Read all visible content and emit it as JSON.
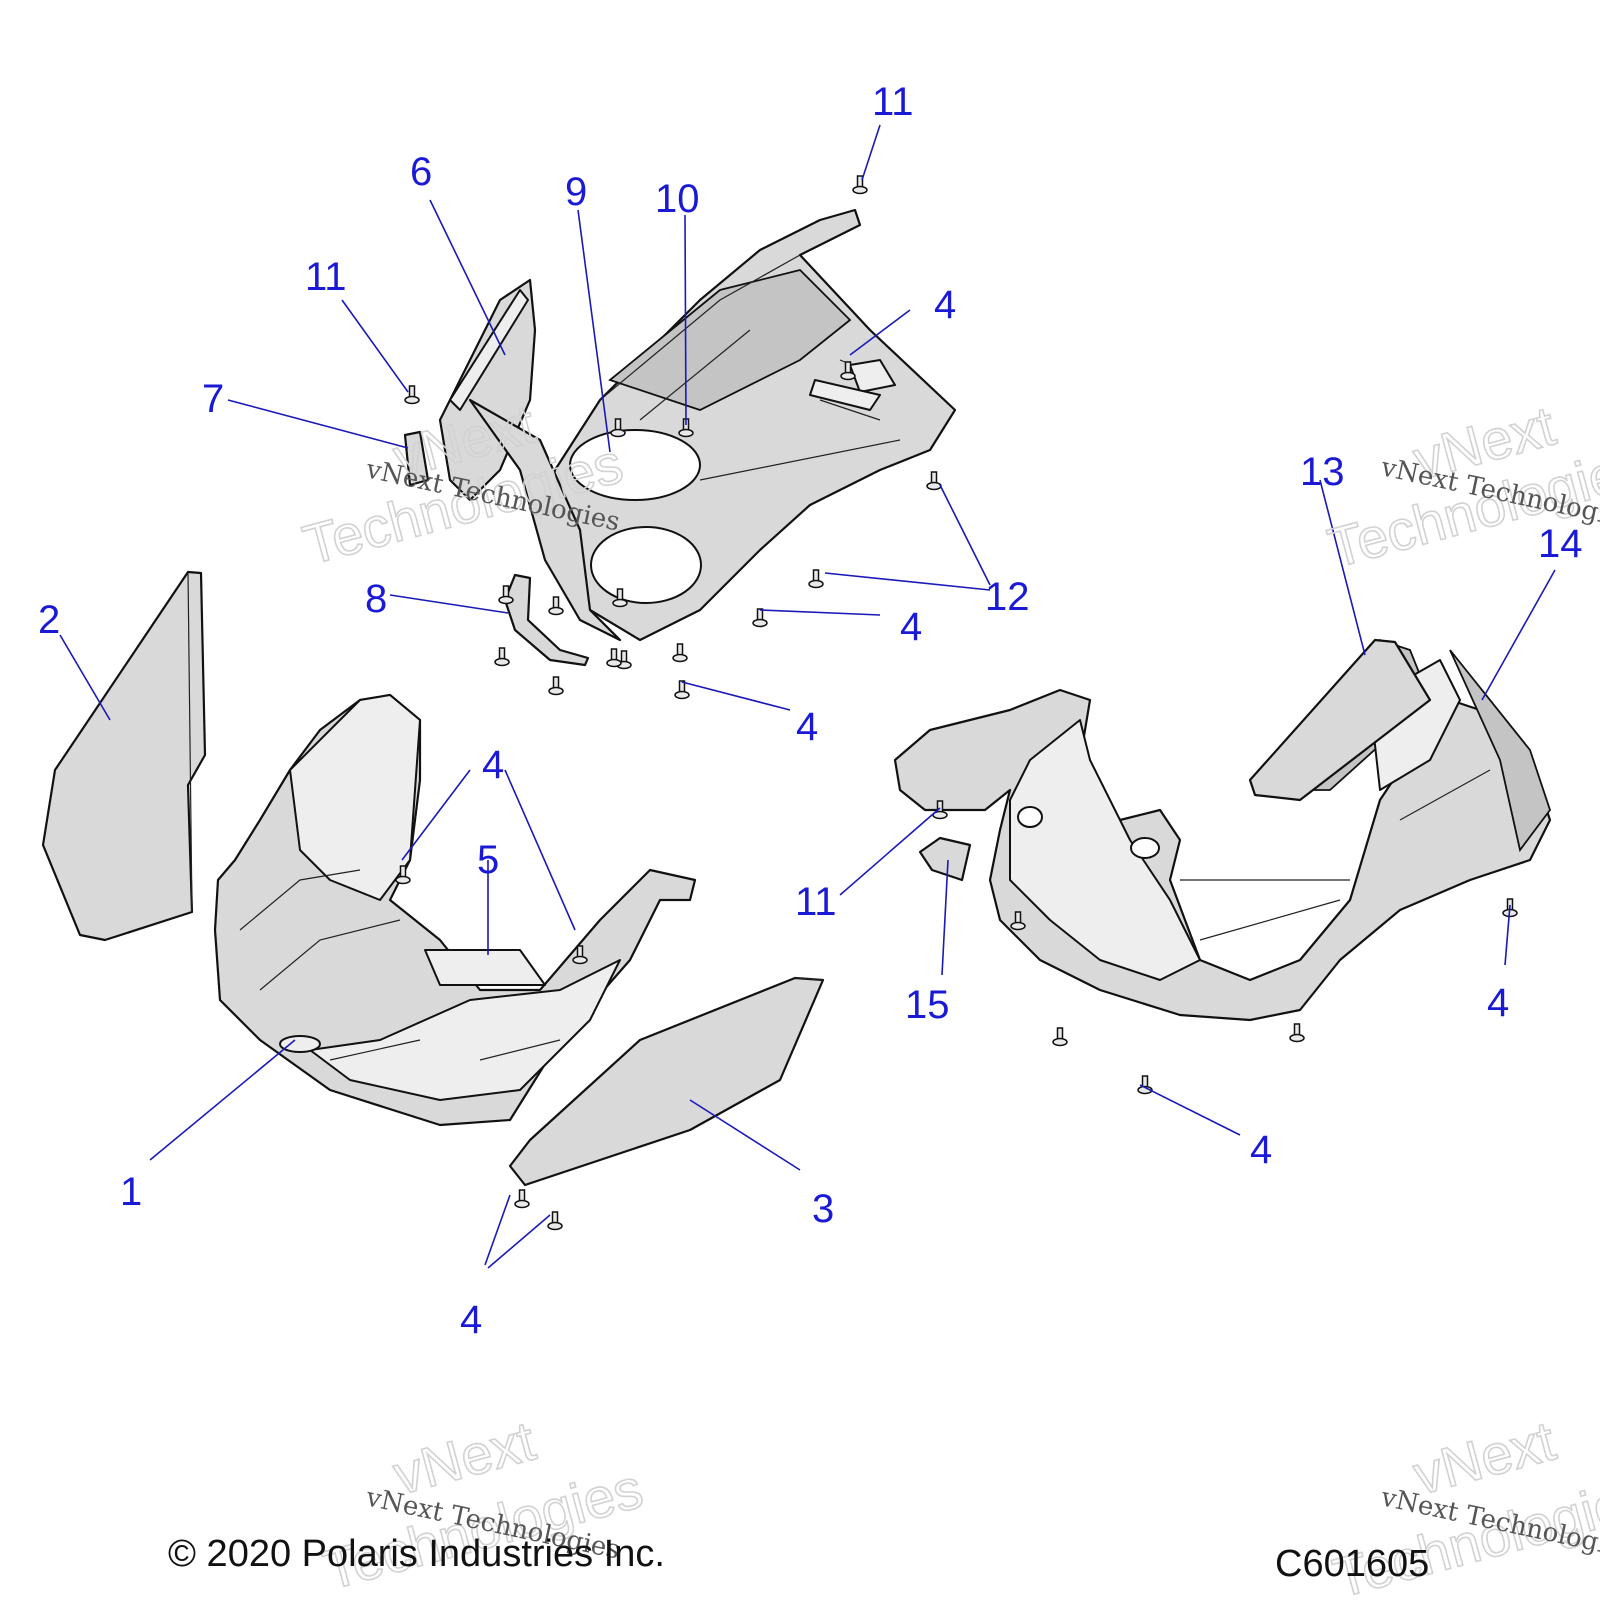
{
  "diagram": {
    "callouts": [
      {
        "id": "c1",
        "label": "1"
      },
      {
        "id": "c2",
        "label": "2"
      },
      {
        "id": "c3",
        "label": "3"
      },
      {
        "id": "c4a",
        "label": "4"
      },
      {
        "id": "c4b",
        "label": "4"
      },
      {
        "id": "c4c",
        "label": "4"
      },
      {
        "id": "c4d",
        "label": "4"
      },
      {
        "id": "c4e",
        "label": "4"
      },
      {
        "id": "c4f",
        "label": "4"
      },
      {
        "id": "c4g",
        "label": "4"
      },
      {
        "id": "c5",
        "label": "5"
      },
      {
        "id": "c6",
        "label": "6"
      },
      {
        "id": "c7",
        "label": "7"
      },
      {
        "id": "c8",
        "label": "8"
      },
      {
        "id": "c9",
        "label": "9"
      },
      {
        "id": "c10",
        "label": "10"
      },
      {
        "id": "c11a",
        "label": "11"
      },
      {
        "id": "c11b",
        "label": "11"
      },
      {
        "id": "c11c",
        "label": "11"
      },
      {
        "id": "c12",
        "label": "12"
      },
      {
        "id": "c13",
        "label": "13"
      },
      {
        "id": "c14",
        "label": "14"
      },
      {
        "id": "c15",
        "label": "15"
      }
    ],
    "callout_color": "#1a1ad6"
  },
  "footer": {
    "copyright": "© 2020 Polaris Industries Inc.",
    "figure_code": "C601605"
  },
  "watermark": {
    "text_large_1": "vNext",
    "text_large_2": "Technologies",
    "text_small": "vNext Technologies"
  }
}
